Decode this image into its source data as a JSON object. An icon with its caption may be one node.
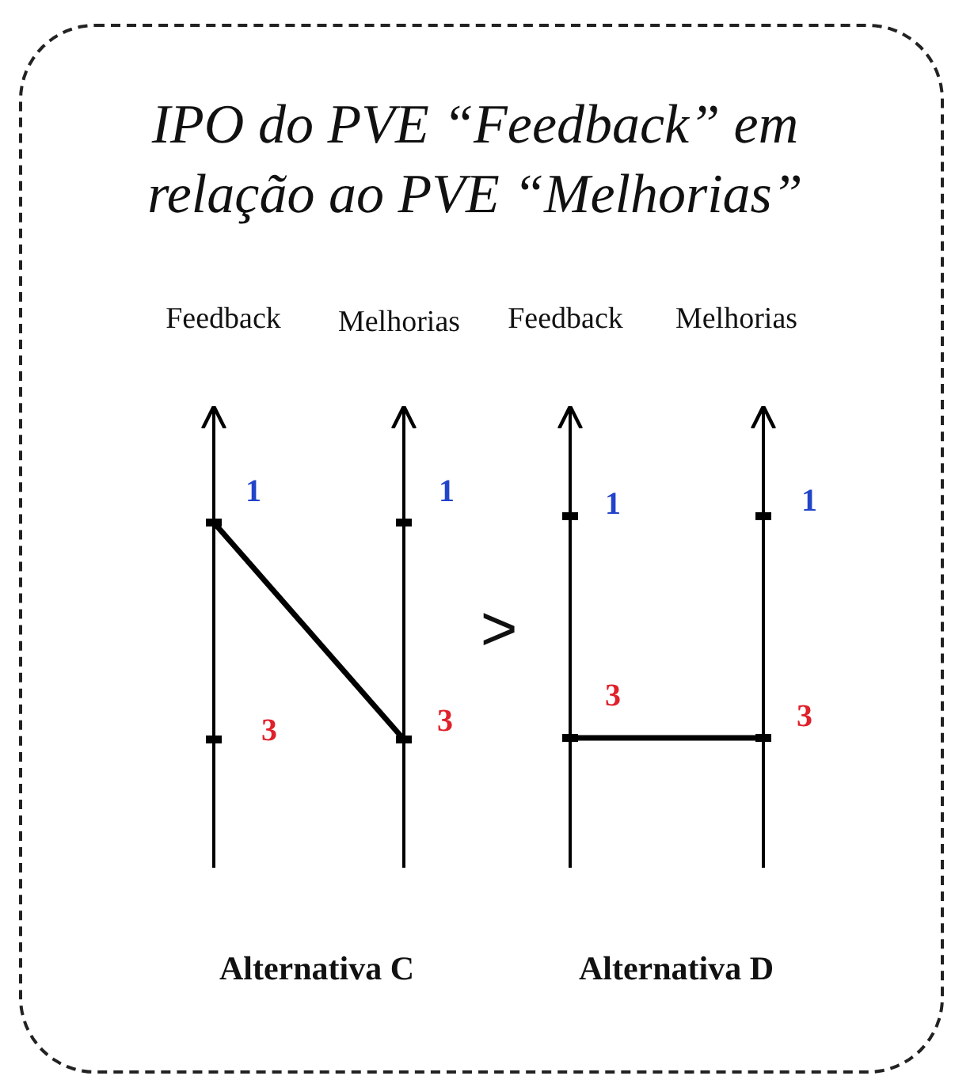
{
  "diagram": {
    "nodes": [
      {
        "text": [
          "IPO do PVE “Feedback” em relação ao PVE “Melhorias”"
        ]
      }
    ],
    "labels": [
      "Feedback",
      "Melhorias",
      "Feedback",
      "Melhorias",
      "1",
      "1",
      "1",
      "1",
      ">",
      "3",
      "3",
      "3",
      "3",
      "Alternativa C",
      "Alternativa D"
    ]
  }
}
